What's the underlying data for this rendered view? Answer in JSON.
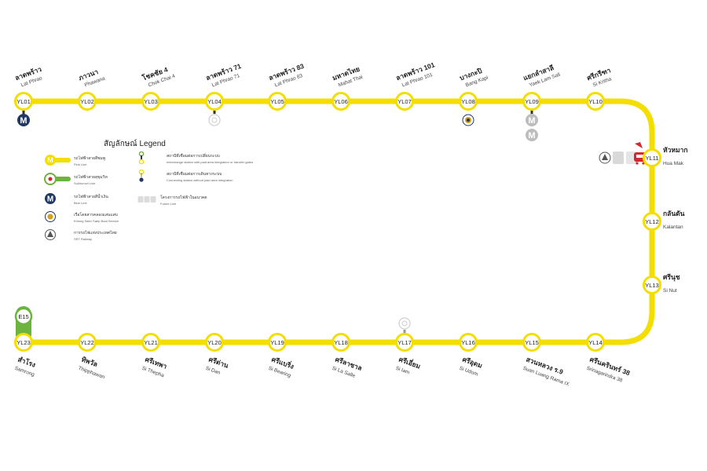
{
  "colors": {
    "line": "#F4DE00",
    "station_ring": "#F4DE00",
    "green": "#6CB33F",
    "blue_mrt": "#1F3864",
    "gray": "#BDBDBD",
    "red_train": "#D6272E"
  },
  "stations": [
    {
      "code": "YL01",
      "th": "ลาดพร้าว",
      "en": "Lat Phrao",
      "interchange": "blue-mrt-icon"
    },
    {
      "code": "YL02",
      "th": "ภาวนา",
      "en": "Phawana"
    },
    {
      "code": "YL03",
      "th": "โชคชัย 4",
      "en": "Chok Chai 4"
    },
    {
      "code": "YL04",
      "th": "ลาดพร้าว 71",
      "en": "Lat Phrao 71",
      "interchange": "future-line-icon"
    },
    {
      "code": "YL05",
      "th": "ลาดพร้าว 83",
      "en": "Lat Phrao 83"
    },
    {
      "code": "YL06",
      "th": "มหาดไทย",
      "en": "Mahat Thai"
    },
    {
      "code": "YL07",
      "th": "ลาดพร้าว 101",
      "en": "Lat Phrao 101"
    },
    {
      "code": "YL08",
      "th": "บางกะปิ",
      "en": "Bang Kapi",
      "interchange": "boat-service-icon"
    },
    {
      "code": "YL09",
      "th": "แยกลำสาลี",
      "en": "Yaek Lam Sali",
      "interchange": "future-mrt-icon"
    },
    {
      "code": "YL10",
      "th": "ศรีกรีฑา",
      "en": "Si Kritha"
    },
    {
      "code": "YL11",
      "th": "หัวหมาก",
      "en": "Hua Mak",
      "interchange": "srt-railway-icon"
    },
    {
      "code": "YL12",
      "th": "กลันตัน",
      "en": "Kalantan"
    },
    {
      "code": "YL13",
      "th": "ศรีนุช",
      "en": "Si Nut"
    },
    {
      "code": "YL14",
      "th": "ศรีนครินทร์ 38",
      "en": "Srinagarindra 38"
    },
    {
      "code": "YL15",
      "th": "สวนหลวง ร.9",
      "en": "Suan Luang Rama IX"
    },
    {
      "code": "YL16",
      "th": "ศรีอุดม",
      "en": "Si Udom"
    },
    {
      "code": "YL17",
      "th": "ศรีเอี่ยม",
      "en": "Si Iam",
      "interchange": "future-line-icon"
    },
    {
      "code": "YL18",
      "th": "ศรีลาซาล",
      "en": "Si La Salle"
    },
    {
      "code": "YL19",
      "th": "ศรีแบริ่ง",
      "en": "Si Bearing"
    },
    {
      "code": "YL20",
      "th": "ศรีด่าน",
      "en": "Si Dan"
    },
    {
      "code": "YL21",
      "th": "ศรีเทพา",
      "en": "Si Thepha"
    },
    {
      "code": "YL22",
      "th": "ทิพวัล",
      "en": "Thipphawan"
    },
    {
      "code": "YL23",
      "th": "สำโรง",
      "en": "Samrong",
      "interchange": "sukhumvit-line"
    }
  ],
  "interchange_station": {
    "code": "E15"
  },
  "legend": {
    "title": "สัญลักษณ์ Legend",
    "items": [
      {
        "th": "รถไฟฟ้าสายสีชมพู",
        "en": "Pink Line",
        "icon": "yellow-line-swatch-icon"
      },
      {
        "th": "รถไฟฟ้าสายสุขุมวิท",
        "en": "Sukhumvit Line",
        "icon": "green-line-swatch-icon"
      },
      {
        "th": "รถไฟฟ้าสายสีน้ำเงิน",
        "en": "Blue Line",
        "icon": "blue-mrt-icon"
      },
      {
        "th": "เรือโดยสารคลองแสนแสบ",
        "en": "Khlong Saen Saep Boat Service",
        "icon": "boat-service-icon"
      },
      {
        "th": "การรถไฟแห่งประเทศไทย",
        "en": "SRT Railway",
        "icon": "srt-railway-icon"
      },
      {
        "th": "สถานีที่เชื่อมต่อการเปลี่ยนระบบ",
        "en": "Interchange station with paid area integration or transfer gates",
        "icon": "paid-interchange-icon"
      },
      {
        "th": "สถานีที่เชื่อมต่อการเดินทางระบบ",
        "en": "Connecting station without paid area integration",
        "icon": "unpaid-connection-icon"
      },
      {
        "th": "โครงการรถไฟฟ้าในอนาคต",
        "en": "Future Line",
        "icon": "future-line-icon"
      }
    ]
  }
}
